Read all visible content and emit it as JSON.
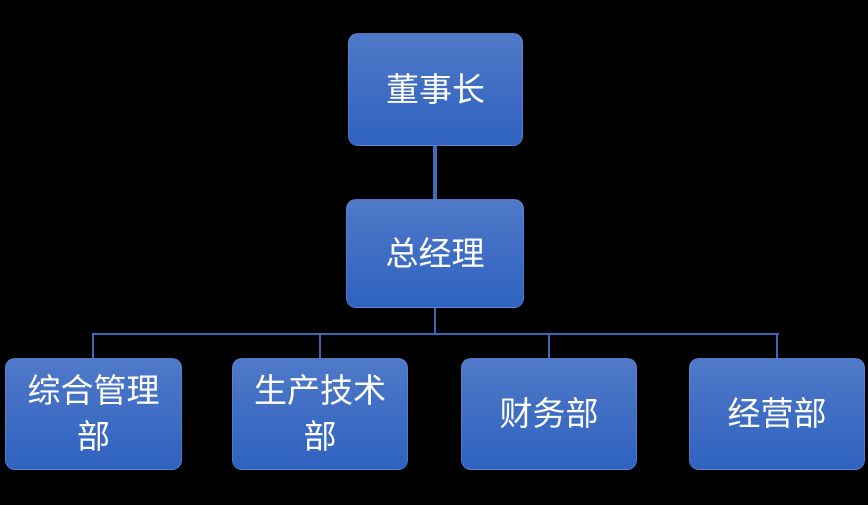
{
  "diagram": {
    "type": "org-chart",
    "background_color": "#000000",
    "node_fill_top": "#5079c8",
    "node_fill_bottom": "#2f63c0",
    "node_text_color": "#ffffff",
    "connector_color": "#3a68b8",
    "nodes": {
      "chairman": {
        "label": "董事长",
        "level": 1
      },
      "gm": {
        "label": "总经理",
        "level": 2
      },
      "dept1": {
        "label": "综合管理部",
        "level": 3
      },
      "dept2": {
        "label": "生产技术部",
        "level": 3
      },
      "dept3": {
        "label": "财务部",
        "level": 3
      },
      "dept4": {
        "label": "经营部",
        "level": 3
      }
    }
  }
}
